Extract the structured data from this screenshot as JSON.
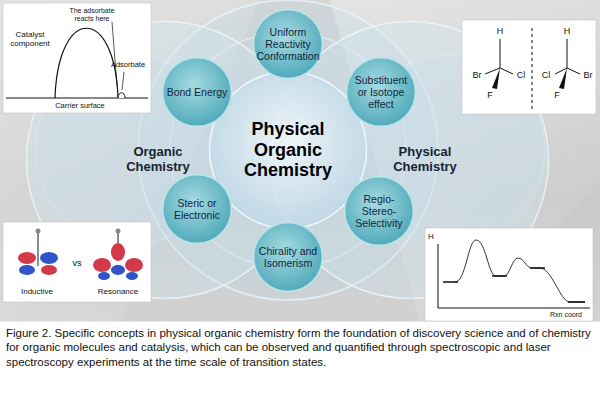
{
  "diagram": {
    "caption": "Figure 2. Specific concepts in physical organic chemistry form the foundation of discovery science and of chemistry for organic molecules and catalysis, which can be observed and quantified through spectroscopic and laser spectroscopy experiments at the time scale of transition states.",
    "nodes": [
      {
        "text": [
          "Organic Chemistry"
        ]
      },
      {
        "text": [
          "Physical Chemistry"
        ]
      },
      {
        "text": [
          "Physical Organic Chemistry"
        ]
      },
      {
        "text": [
          "Uniform Reactivity Conformation"
        ]
      },
      {
        "text": [
          "Bond Energy"
        ]
      },
      {
        "text": [
          "Substituent or Isotope effect"
        ]
      },
      {
        "text": [
          "Steric or Electronic"
        ]
      },
      {
        "text": [
          "Regio-Stereo-Selectivity"
        ]
      },
      {
        "text": [
          "Chirality and Isomerism"
        ]
      }
    ],
    "labels": [
      "The adsorbate reacts here",
      "Catalyst component",
      "Adsorbate",
      "Carrier surface",
      "H",
      "Br",
      "F",
      "Cl",
      "H",
      "Cl",
      "F",
      "Br",
      "Inductive",
      "vs",
      "Resonance",
      "H",
      "Rxn coord"
    ]
  }
}
